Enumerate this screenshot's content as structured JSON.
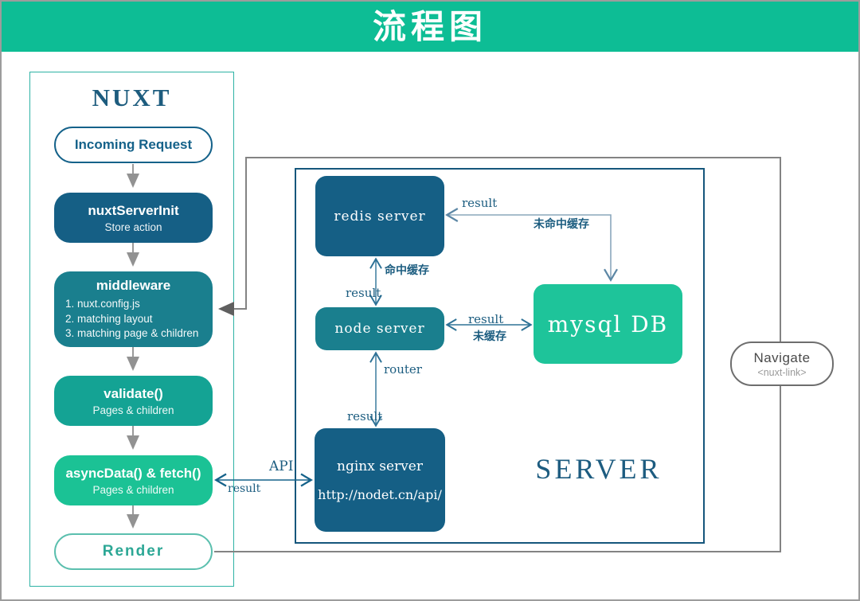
{
  "header": {
    "title": "流程图"
  },
  "nuxt": {
    "title": "NUXT",
    "incoming_request": "Incoming Request",
    "nuxt_server_init": {
      "title": "nuxtServerInit",
      "subtitle": "Store action"
    },
    "middleware": {
      "title": "middleware",
      "items": [
        "1. nuxt.config.js",
        "2. matching layout",
        "3. matching page & children"
      ]
    },
    "validate": {
      "title": "validate()",
      "subtitle": "Pages & children"
    },
    "async_data": {
      "title": "asyncData() & fetch()",
      "subtitle": "Pages & children"
    },
    "render": "Render"
  },
  "server": {
    "title": "SERVER",
    "redis": "redis server",
    "node": "node server",
    "mysql": "mysql DB",
    "nginx": {
      "line1": "nginx server",
      "line2": "http://nodet.cn/api/"
    }
  },
  "edge_labels": {
    "mysql_to_redis_result": "result",
    "cache_miss": "未命中缓存",
    "cache_hit": "命中缓存",
    "redis_node_result": "result",
    "node_mysql_result": "result",
    "not_cached": "未缓存",
    "router": "router",
    "nginx_node_result": "result",
    "api": "API",
    "api_result": "result"
  },
  "navigate": {
    "title": "Navigate",
    "subtitle": "<nuxt-link>"
  },
  "colors": {
    "header_green": "#0dbd95",
    "dark_blue_node": "#155f85",
    "teal_node": "#1a7f8e",
    "green_teal_node": "#14a394",
    "bright_green_node": "#1bc295",
    "mysql_green": "#1ec49a",
    "serif_blue_text": "#1d5c80",
    "blue_arrow": "#2e7296",
    "steel_arrow": "#8aa7bc",
    "gray_wire": "#838383",
    "nuxt_border": "#2eb3a4",
    "server_border": "#15567c"
  }
}
